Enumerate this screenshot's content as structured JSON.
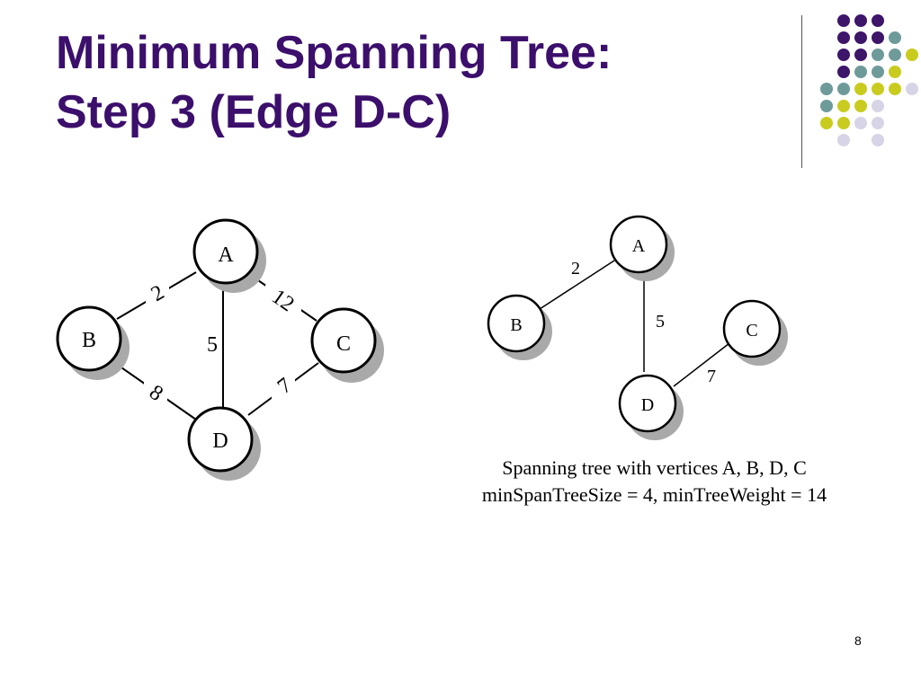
{
  "slide": {
    "title_line1": "Minimum Spanning Tree:",
    "title_line2": "Step 3 (Edge D-C)",
    "page_number": "8"
  },
  "colors": {
    "title": "#3b0f6b",
    "dot_purple": "#3d1569",
    "dot_teal": "#6e9a9a",
    "dot_yellow": "#c9cc1f",
    "dot_lavender": "#d6d4e6"
  },
  "full_graph": {
    "nodes": {
      "A": "A",
      "B": "B",
      "C": "C",
      "D": "D"
    },
    "edges": {
      "AB": "2",
      "AC": "12",
      "AD": "5",
      "BD": "8",
      "DC": "7"
    }
  },
  "tree_graph": {
    "nodes": {
      "A": "A",
      "B": "B",
      "C": "C",
      "D": "D"
    },
    "edges": {
      "AB": "2",
      "AD": "5",
      "DC": "7"
    }
  },
  "caption": {
    "line1": "Spanning tree with vertices A, B, D, C",
    "line2": "minSpanTreeSize = 4, minTreeWeight = 14"
  }
}
